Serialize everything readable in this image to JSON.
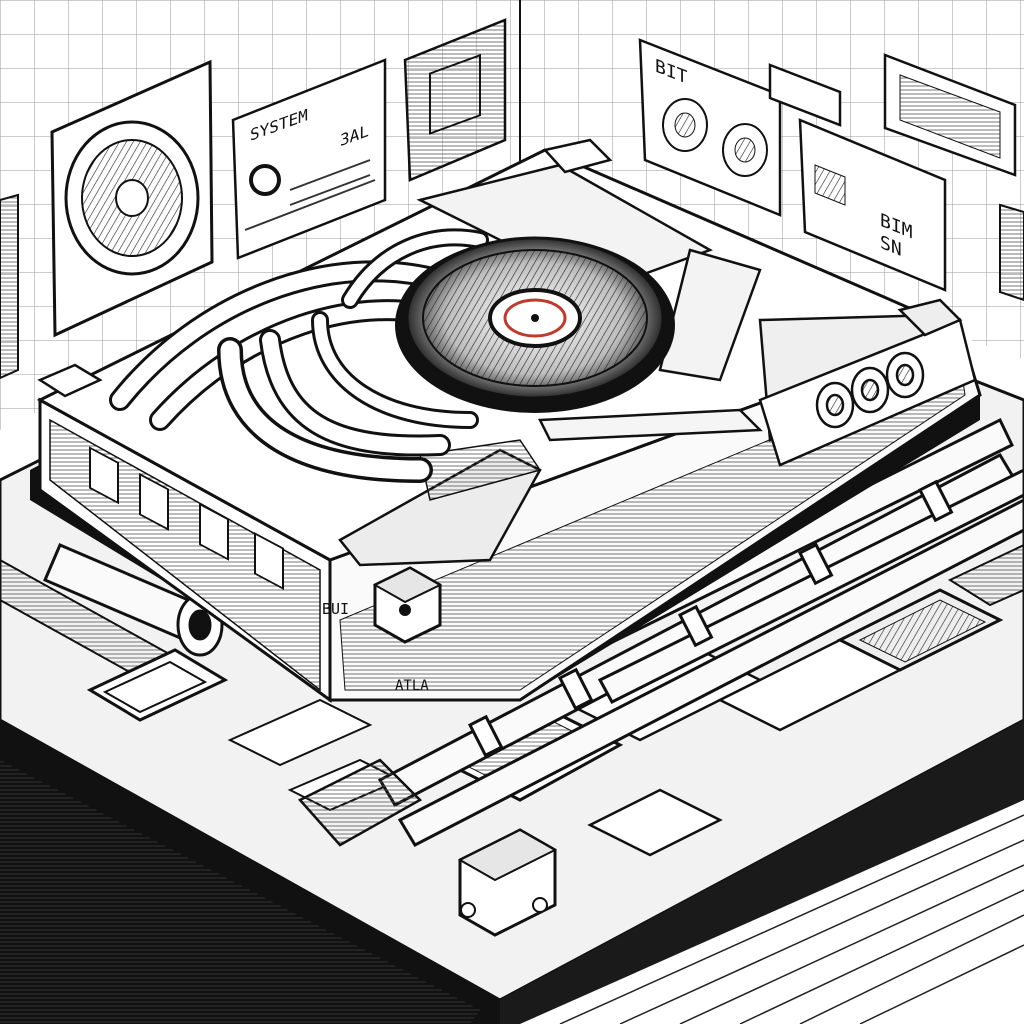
{
  "scene": {
    "style": "black-and-white technical line illustration",
    "subject": "isometric view of a graphics card with a central cooling fan on a circuit board"
  },
  "wall_labels": {
    "panel_left": "SYSTEM",
    "panel_left_sub": "3AL",
    "panel_top": "BIT",
    "panel_right": "BIM",
    "panel_right_sub": "SN"
  },
  "card_labels": {
    "front_mark": "BUI",
    "base_mark": "ATLA"
  },
  "colors": {
    "ink": "#0d0d0d",
    "paper": "#ffffff",
    "mid_gray": "#8a8a8a",
    "light_gray": "#d9d9d9",
    "fan_hub_accent": "#c0392b"
  }
}
